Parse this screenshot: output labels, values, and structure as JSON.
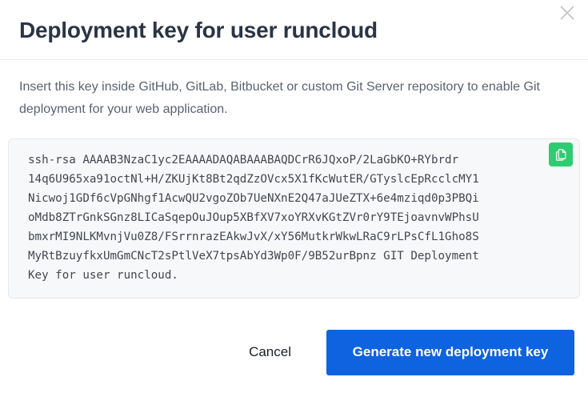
{
  "modal": {
    "title": "Deployment key for user runcloud",
    "close_icon": "close-icon",
    "description": "Insert this key inside GitHub, GitLab, Bitbucket or custom Git Server repository to enable Git deployment for your web application.",
    "key_lines": [
      "ssh-rsa AAAAB3NzaC1yc2EAAAADAQABAAABAQDCrR6JQxoP/2LaGbKO+RYbrdr",
      "14q6U965xa91octNl+H/ZKUjKt8Bt2qdZzOVcx5X1fKcWutER/GTyslcEpRcclcMY1",
      "Nicwoj1GDf6cVpGNhgf1AcwQU2vgoZOb7UeNXnE2Q47aJUeZTX+6e4mziqd0p3PBQi",
      "oMdb8ZTrGnkSGnz8LICaSqepOuJOup5XBfXV7xoYRXvKGtZVr0rY9TEjoavnvWPhsU",
      "bmxrMI9NLKMvnjVu0Z8/FSrrnrazEAkwJvX/xY56MutkrWkwLRaC9rLPsCfL1Gho8S",
      "MyRtBzuyfkxUmGmCNcT2sPtlVeX7tpsAbYd3Wp0F/9B52urBpnz GIT Deployment",
      "Key for user runcloud."
    ],
    "copy_icon": "copy-icon",
    "cancel_label": "Cancel",
    "primary_label": "Generate new deployment key"
  },
  "colors": {
    "primary": "#0d63e0",
    "copy_green": "#2ecc71",
    "title": "#2b3445",
    "body_text": "#5a6270",
    "key_bg": "#f7f8f9"
  }
}
